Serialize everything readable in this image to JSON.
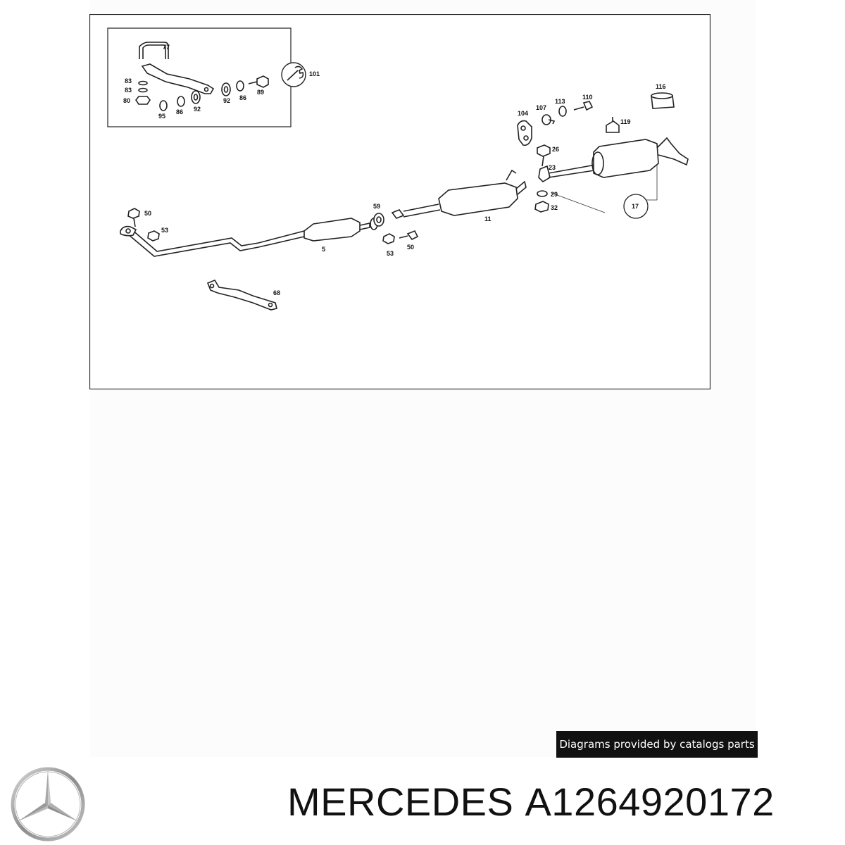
{
  "diagram": {
    "labels": {
      "l77": "77",
      "l83a": "83",
      "l83b": "83",
      "l80": "80",
      "l95": "95",
      "l86a": "86",
      "l92a": "92",
      "l92b": "92",
      "l86b": "86",
      "l89": "89",
      "l101": "101",
      "l104": "104",
      "l107": "107",
      "l113": "113",
      "l110": "110",
      "l116": "116",
      "l119": "119",
      "l26": "26",
      "l23": "23",
      "l29": "29",
      "l32": "32",
      "l17": "17",
      "l50a": "50",
      "l53a": "53",
      "l5": "5",
      "l59": "59",
      "l11": "11",
      "l53b": "53",
      "l50b": "50",
      "l68": "68"
    }
  },
  "credit": "Diagrams provided by catalogs parts",
  "footer": {
    "brand": "MERCEDES",
    "part_number": "A1264920172"
  },
  "logo": {
    "icon": "mercedes-star-icon",
    "color": "#9a9a9a"
  }
}
